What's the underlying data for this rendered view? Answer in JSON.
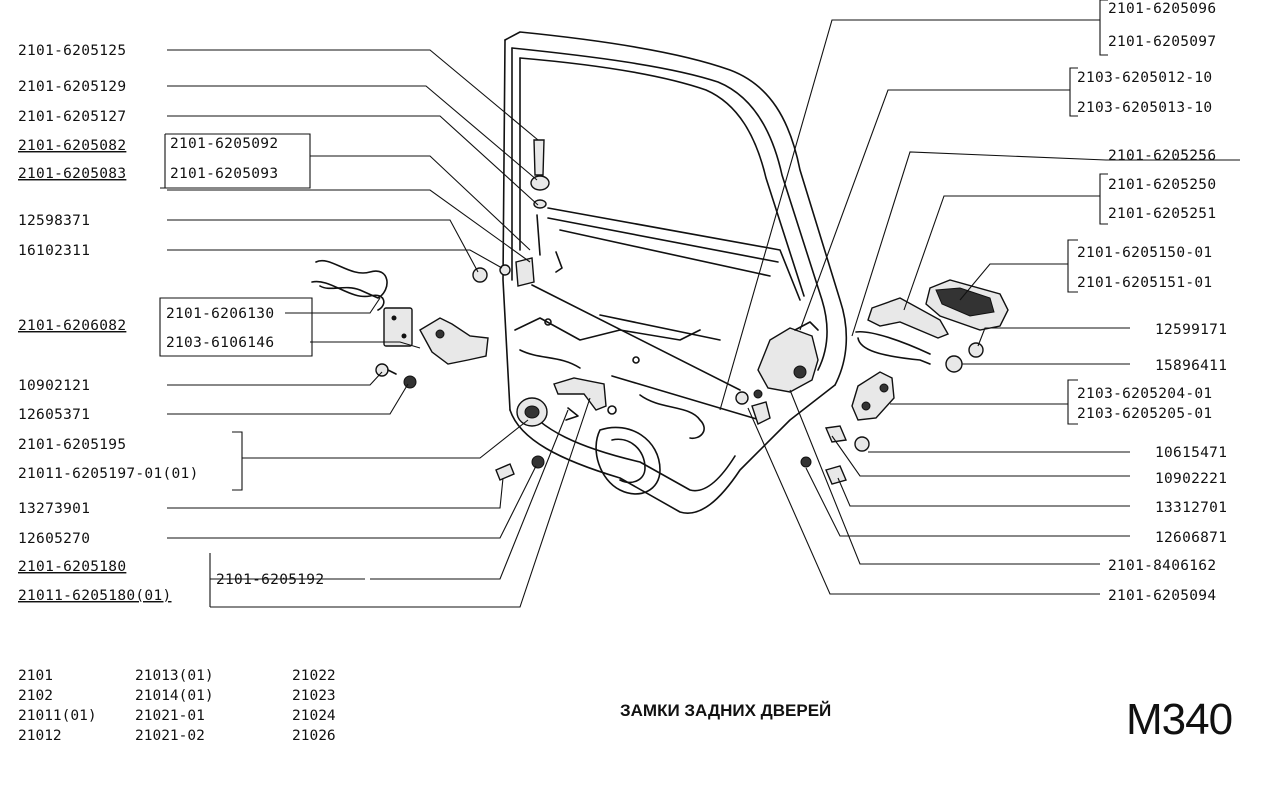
{
  "left_labels": {
    "l1": "2101-6205125",
    "l2": "2101-6205129",
    "l3": "2101-6205127",
    "l4a": "2101-6205082",
    "l4b": "2101-6205083",
    "l4c": "2101-6205092",
    "l4d": "2101-6205093",
    "l5": "12598371",
    "l6": "16102311",
    "l7a": "2101-6206082",
    "l7b": "2101-6206130",
    "l7c": "2103-6106146",
    "l8": "10902121",
    "l9": "12605371",
    "l10a": "2101-6205195",
    "l10b": "21011-6205197-01(01)",
    "l11": "13273901",
    "l12": "12605270",
    "l13a": "2101-6205180",
    "l13b": "21011-6205180(01)",
    "l13c": "2101-6205192"
  },
  "right_labels": {
    "r1a": "2101-6205096",
    "r1b": "2101-6205097",
    "r2a": "2103-6205012-10",
    "r2b": "2103-6205013-10",
    "r3": "2101-6205256",
    "r4a": "2101-6205250",
    "r4b": "2101-6205251",
    "r5a": "2101-6205150-01",
    "r5b": "2101-6205151-01",
    "r6": "12599171",
    "r7": "15896411",
    "r8a": "2103-6205204-01",
    "r8b": "2103-6205205-01",
    "r9": "10615471",
    "r10": "10902221",
    "r11": "13312701",
    "r12": "12606871",
    "r13": "2101-8406162",
    "r14": "2101-6205094"
  },
  "models": {
    "col1": [
      "2101",
      "2102",
      "21011(01)",
      "21012"
    ],
    "col2": [
      "21013(01)",
      "21014(01)",
      "21021-01",
      "21021-02"
    ],
    "col3": [
      "21022",
      "21023",
      "21024",
      "21026"
    ]
  },
  "footer": {
    "title": "ЗАМКИ ЗАДНИХ ДВЕРЕЙ",
    "code": "М340"
  }
}
